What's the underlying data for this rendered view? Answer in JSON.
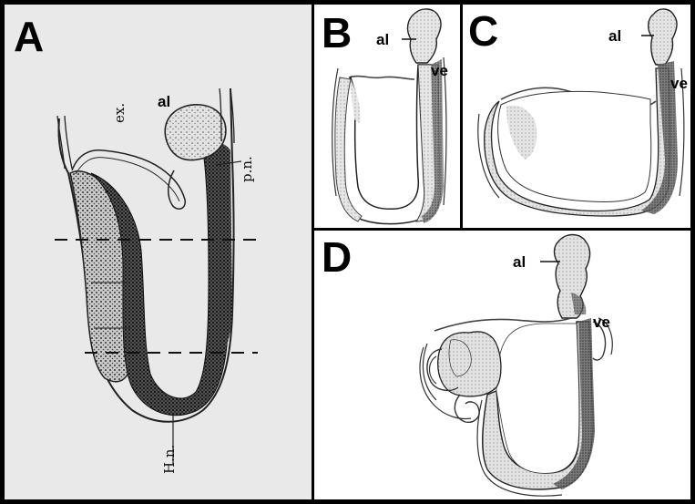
{
  "panels": {
    "a": {
      "letter": "A",
      "labels": {
        "ex": "ex.",
        "al": "al",
        "pn": "p.n.",
        "hn": "H.n."
      }
    },
    "b": {
      "letter": "B",
      "labels": {
        "al": "al",
        "ve": "ve"
      }
    },
    "c": {
      "letter": "C",
      "labels": {
        "al": "al",
        "ve": "ve"
      }
    },
    "d": {
      "letter": "D",
      "labels": {
        "al": "al",
        "ve": "ve"
      }
    }
  },
  "colors": {
    "border": "#000000",
    "panel_a_background": "#e9e9e9",
    "ink": "#1a1a1a",
    "dense_stipple": "#2b2b2b",
    "light_stipple": "#bdbdbd"
  }
}
